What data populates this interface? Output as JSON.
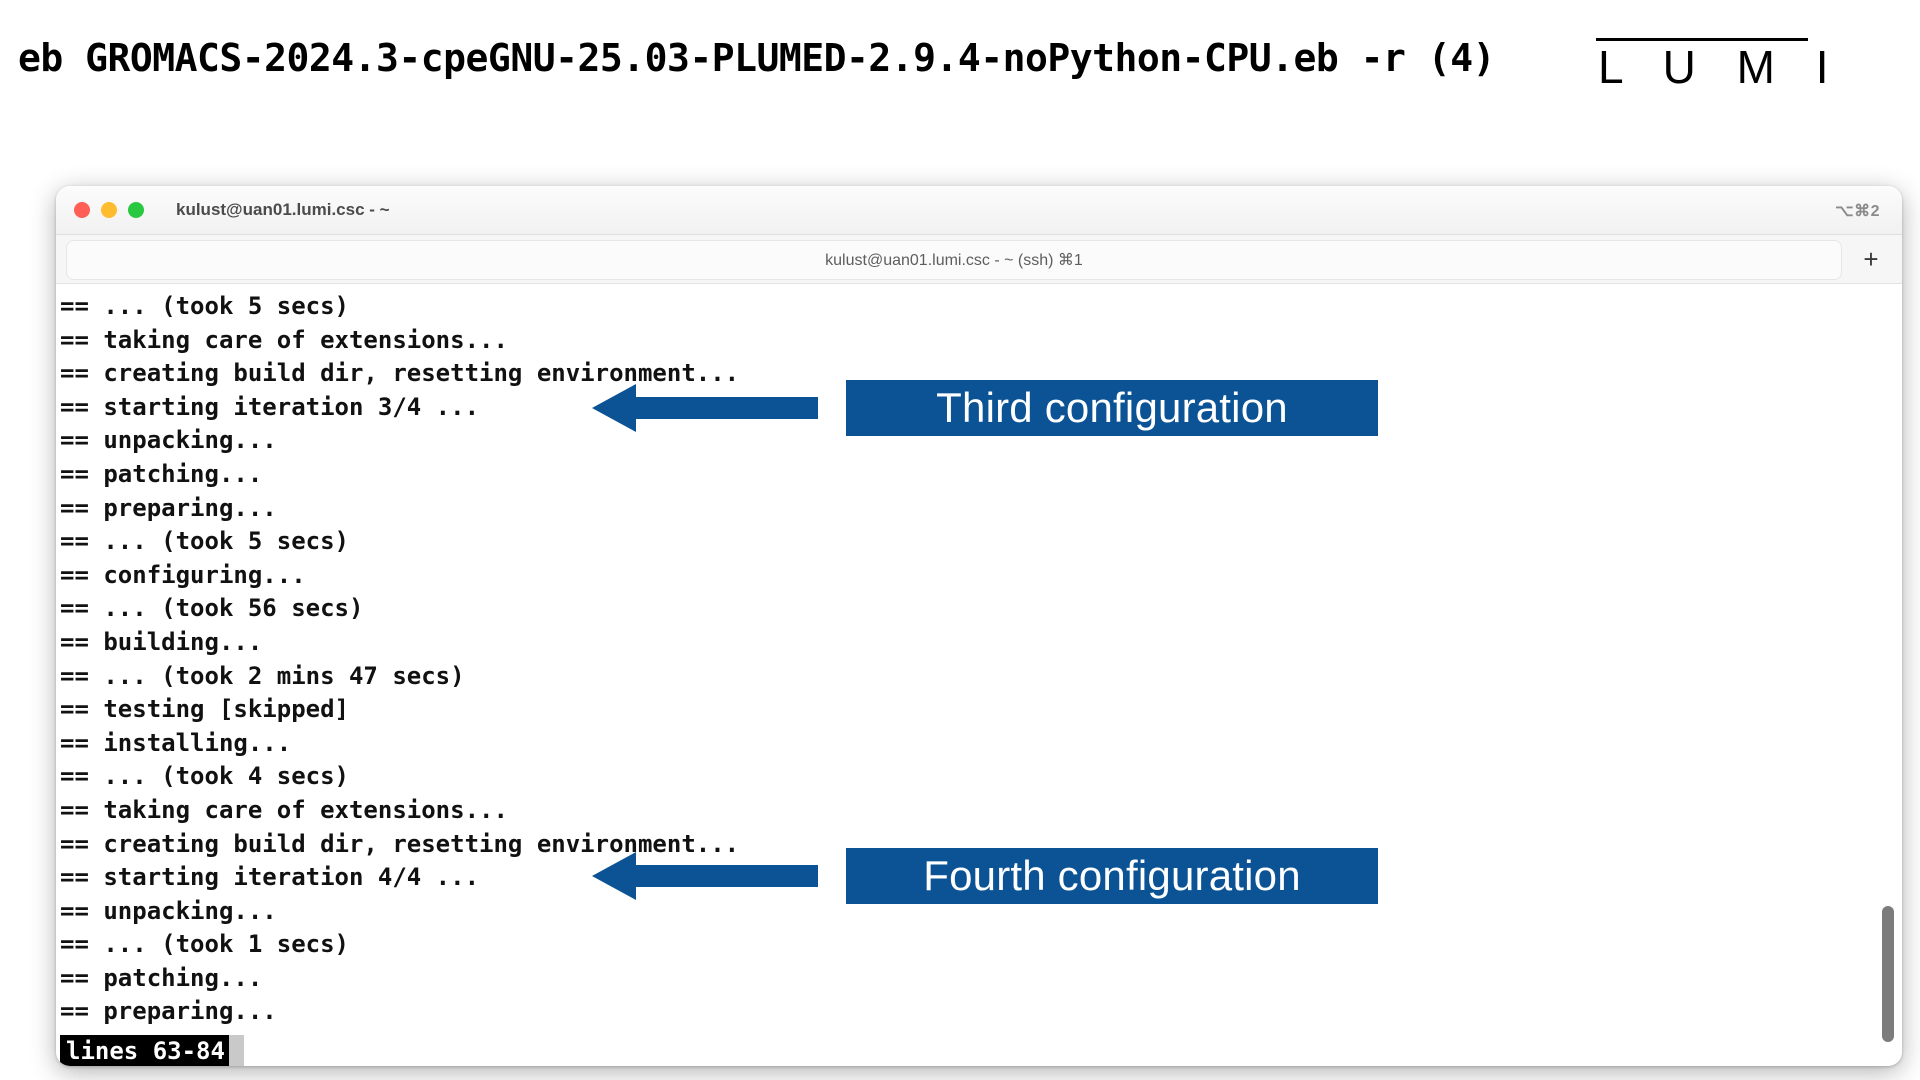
{
  "slide": {
    "title": "eb GROMACS-2024.3-cpeGNU-25.03-PLUMED-2.9.4-noPython-CPU.eb -r (4)",
    "logo_letters": "L U M I"
  },
  "terminal": {
    "window_title": "kulust@uan01.lumi.csc - ~",
    "window_shortcut": "⌥⌘2",
    "tab_label": "kulust@uan01.lumi.csc - ~ (ssh)  ⌘1",
    "new_tab_label": "+",
    "lines": [
      "== ... (took 5 secs)",
      "== taking care of extensions...",
      "== creating build dir, resetting environment...",
      "== starting iteration 3/4 ...",
      "== unpacking...",
      "== patching...",
      "== preparing...",
      "== ... (took 5 secs)",
      "== configuring...",
      "== ... (took 56 secs)",
      "== building...",
      "== ... (took 2 mins 47 secs)",
      "== testing [skipped]",
      "== installing...",
      "== ... (took 4 secs)",
      "== taking care of extensions...",
      "== creating build dir, resetting environment...",
      "== starting iteration 4/4 ...",
      "== unpacking...",
      "== ... (took 1 secs)",
      "== patching...",
      "== preparing..."
    ],
    "status_text": "lines 63-84"
  },
  "annotations": [
    {
      "label": "Third configuration",
      "arrow_direction": "left",
      "color": "#0B5394"
    },
    {
      "label": "Fourth configuration",
      "arrow_direction": "left",
      "color": "#0B5394"
    }
  ],
  "colors": {
    "annotation_blue": "#0B5394",
    "traffic_close": "#ff5f57",
    "traffic_min": "#febc2e",
    "traffic_zoom": "#28c840"
  }
}
